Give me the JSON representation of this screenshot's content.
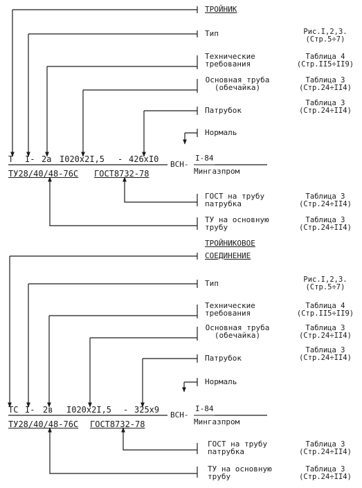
{
  "diagrams": [
    {
      "title": "ТРОЙНИК",
      "code_parts": [
        "Т",
        "I-",
        "2а",
        "I020x2I,5",
        "-",
        "426xI0"
      ],
      "vsn_prefix": "ВСН-",
      "vsn_number": "I-84",
      "vsn_org": "Мингазпром",
      "tu_code": "ТУ28/40/48-76С",
      "gost_code": "ГОСТ8732-78",
      "items": [
        {
          "label": [
            "Тип"
          ],
          "ref": [
            "Рис.I,2,3.",
            "(Стр.5÷7)"
          ]
        },
        {
          "label": [
            "Технические",
            "требования"
          ],
          "ref": [
            "Таблица 4",
            "(Стр.II5÷II9)"
          ]
        },
        {
          "label": [
            "Основная труба",
            "(обечайка)"
          ],
          "ref": [
            "Таблица 3",
            "(Стр.24÷II4)"
          ]
        },
        {
          "label": [
            "Патрубок"
          ],
          "ref": [
            "Таблица 3",
            "(Стр.24÷II4)"
          ]
        },
        {
          "label": [
            "Нормаль"
          ],
          "ref": []
        },
        {
          "label": [
            "ГОСТ на трубу",
            "патрубка"
          ],
          "ref": [
            "Таблица 3",
            "(Стр.24÷II4)"
          ]
        },
        {
          "label": [
            "ТУ на основную",
            "трубу"
          ],
          "ref": [
            "Таблица 3",
            "(Стр.24÷II4)"
          ]
        }
      ]
    },
    {
      "title": [
        "ТРОЙНИКОВОЕ",
        "СОЕДИНЕНИЕ"
      ],
      "code_parts": [
        "ТС",
        "I-",
        "2в",
        "I020x2I,5",
        "-",
        "325x9"
      ],
      "vsn_prefix": "ВСН-",
      "vsn_number": "I-84",
      "vsn_org": "Мингазпром",
      "tu_code": "ТУ28/40/48-76С",
      "gost_code": "ГОСТ8732-78",
      "items": [
        {
          "label": [
            "Тип"
          ],
          "ref": [
            "Рис.I,2,3.",
            "(Стр.5÷7)"
          ]
        },
        {
          "label": [
            "Технические",
            "требования"
          ],
          "ref": [
            "Таблица 4",
            "(Стр.II5÷II9)"
          ]
        },
        {
          "label": [
            "Основная труба",
            "(обечайка)"
          ],
          "ref": [
            "Таблица 3",
            "(Стр.24÷II4)"
          ]
        },
        {
          "label": [
            "Патрубок"
          ],
          "ref": [
            "Таблица 3",
            "(Стр.24÷II4)"
          ]
        },
        {
          "label": [
            "Нормаль"
          ],
          "ref": []
        },
        {
          "label": [
            "ГОСТ на трубу",
            "патрубка"
          ],
          "ref": [
            "Таблица 3",
            "(Стр.24÷II4)"
          ]
        },
        {
          "label": [
            "ТУ на основную",
            "трубу"
          ],
          "ref": [
            "Таблица 3",
            "(Стр.24÷II4)"
          ]
        }
      ]
    }
  ]
}
